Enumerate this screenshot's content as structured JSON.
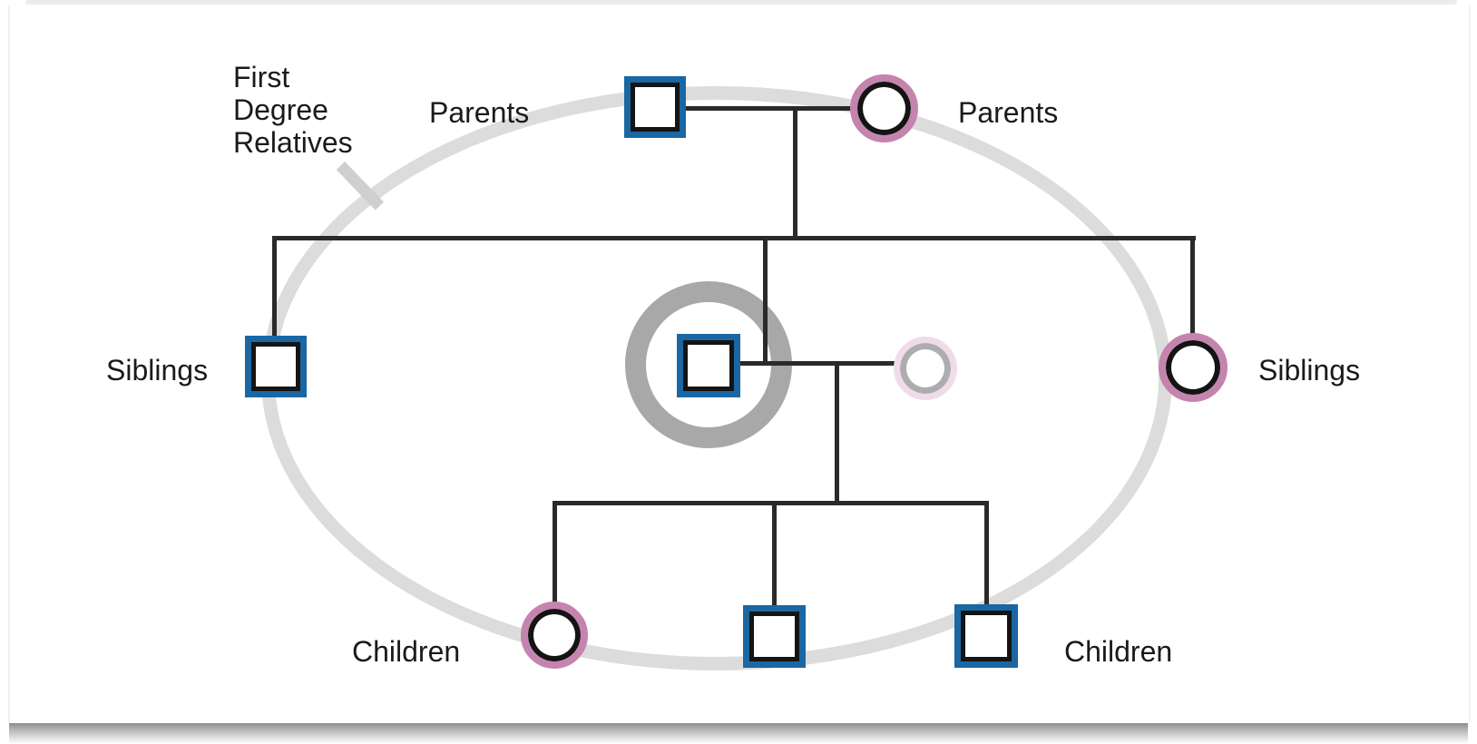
{
  "diagram": {
    "title": "First Degree Relatives pedigree diagram",
    "callout": {
      "line1": "First",
      "line2": "Degree",
      "line3": "Relatives"
    },
    "labels": {
      "parents_left": "Parents",
      "parents_right": "Parents",
      "siblings_left": "Siblings",
      "siblings_right": "Siblings",
      "children_left": "Children",
      "children_right": "Children"
    },
    "nodes": [
      {
        "id": "father",
        "symbol": "square",
        "sex": "male",
        "group": "parents"
      },
      {
        "id": "mother",
        "symbol": "circle",
        "sex": "female",
        "group": "parents"
      },
      {
        "id": "brother",
        "symbol": "square",
        "sex": "male",
        "group": "siblings"
      },
      {
        "id": "proband",
        "symbol": "square",
        "sex": "male",
        "group": "self",
        "highlighted": true
      },
      {
        "id": "spouse",
        "symbol": "circle",
        "sex": "female",
        "group": "spouse-not-first-degree",
        "faded": true
      },
      {
        "id": "sister",
        "symbol": "circle",
        "sex": "female",
        "group": "siblings"
      },
      {
        "id": "daughter",
        "symbol": "circle",
        "sex": "female",
        "group": "children"
      },
      {
        "id": "son-middle",
        "symbol": "square",
        "sex": "male",
        "group": "children"
      },
      {
        "id": "son-right",
        "symbol": "square",
        "sex": "male",
        "group": "children"
      }
    ],
    "colors": {
      "line": "#2a2a2a",
      "symbol_ink": "#141414",
      "male_border": "#1a67a3",
      "female_border": "#c584ad",
      "ellipse_stroke": "#dcdcdc",
      "ring_gray": "#a8a8a8",
      "spouse_outer": "#f0dce9",
      "spouse_inner": "#adadad",
      "text": "#1a1a1a"
    }
  }
}
